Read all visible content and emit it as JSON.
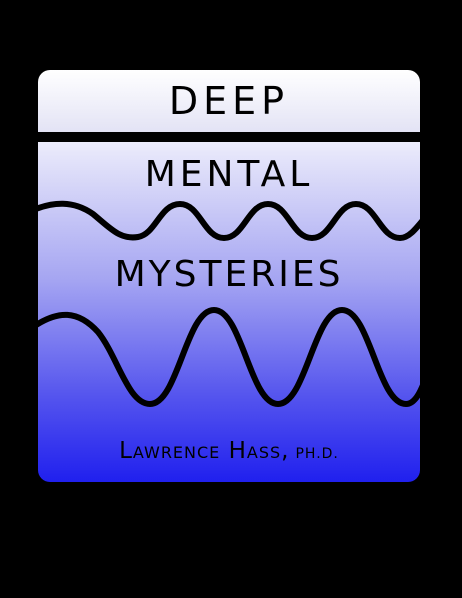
{
  "cover": {
    "title_line_1": "DEEP",
    "title_line_2": "MENTAL",
    "title_line_3": "MYSTERIES",
    "author_name": "Lawrence Hass,",
    "author_suffix": "PH.D.",
    "colors": {
      "background": "#000000",
      "panel_top": "#ececfb",
      "panel_bottom": "#2020ee",
      "ink": "#000000"
    }
  }
}
